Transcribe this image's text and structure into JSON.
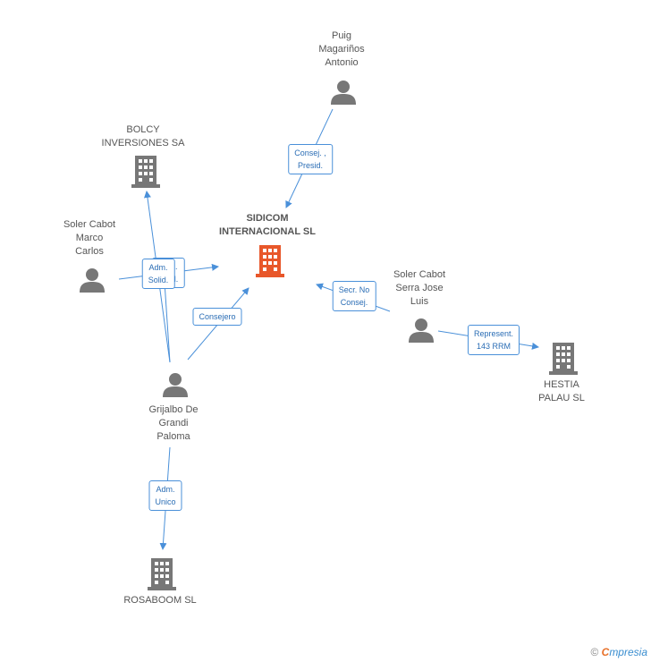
{
  "colors": {
    "edge": "#4a90d9",
    "person": "#777777",
    "company": "#777777",
    "main_company": "#e8572a"
  },
  "nodes": {
    "main": {
      "label": "SIDICOM\nINTERNACIONAL SL",
      "icon": "building-icon"
    },
    "puig": {
      "label": "Puig\nMagariños\nAntonio",
      "icon": "person-icon"
    },
    "bolcy": {
      "label": "BOLCY\nINVERSIONES SA",
      "icon": "building-icon"
    },
    "marco": {
      "label": "Soler Cabot\nMarco\nCarlos",
      "icon": "person-icon"
    },
    "serra": {
      "label": "Soler Cabot\nSerra Jose\nLuis",
      "icon": "person-icon"
    },
    "hestia": {
      "label": "HESTIA\nPALAU SL",
      "icon": "building-icon"
    },
    "grijalbo": {
      "label": "Grijalbo De\nGrandi\nPaloma",
      "icon": "person-icon"
    },
    "rosaboom": {
      "label": "ROSABOOM SL",
      "icon": "building-icon"
    }
  },
  "edges": {
    "puig_main": "Consej. ,\nPresid.",
    "marco_main_hidden": "Adm.\nSolid.",
    "marco_bolcy": "Adm.\nSolid.",
    "grijalbo_main": "Consejero",
    "serra_main": "Secr. No\nConsej.",
    "serra_hestia": "Represent.\n143 RRM",
    "grijalbo_rosaboom": "Adm.\nUnico"
  },
  "footer": {
    "copyright": "©",
    "brand_first": "C",
    "brand_rest": "mpresia"
  }
}
